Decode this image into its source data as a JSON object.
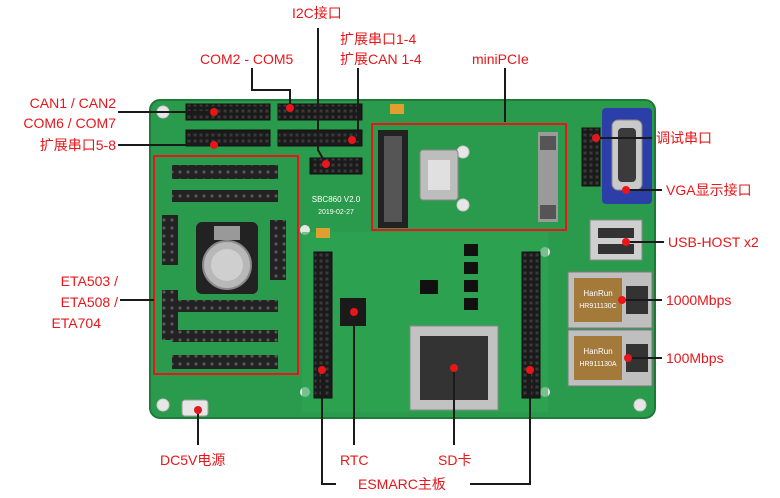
{
  "labels": {
    "i2c": "I2C接口",
    "ext_serial_1": "扩展串口1-4",
    "ext_can": "扩展CAN 1-4",
    "com": "COM2 - COM5",
    "minipcie": "miniPCIe",
    "can1": "CAN1 / CAN2",
    "com6": "COM6 / COM7",
    "ext_serial_2": "扩展串口5-8",
    "debug_serial": "调试串口",
    "vga": "VGA显示接口",
    "usb": "USB-HOST x2",
    "eta1": "ETA503 /",
    "eta2": "ETA508 /",
    "eta3": "ETA704",
    "gbe": "1000Mbps",
    "fe": "100Mbps",
    "dc": "DC5V电源",
    "rtc": "RTC",
    "sd": "SD卡",
    "esmarc": "ESMARC主板"
  },
  "board": {
    "model": "SBC860 V2.0",
    "date": "2019-02-27",
    "magjack1_brand": "HanRun",
    "magjack1_model": "HR911130C",
    "magjack2_brand": "HanRun",
    "magjack2_model": "HR911130A"
  },
  "colors": {
    "label": "#e8161a",
    "pcb": "#2a9a4c",
    "pcb_dark": "#1f7a3a"
  }
}
